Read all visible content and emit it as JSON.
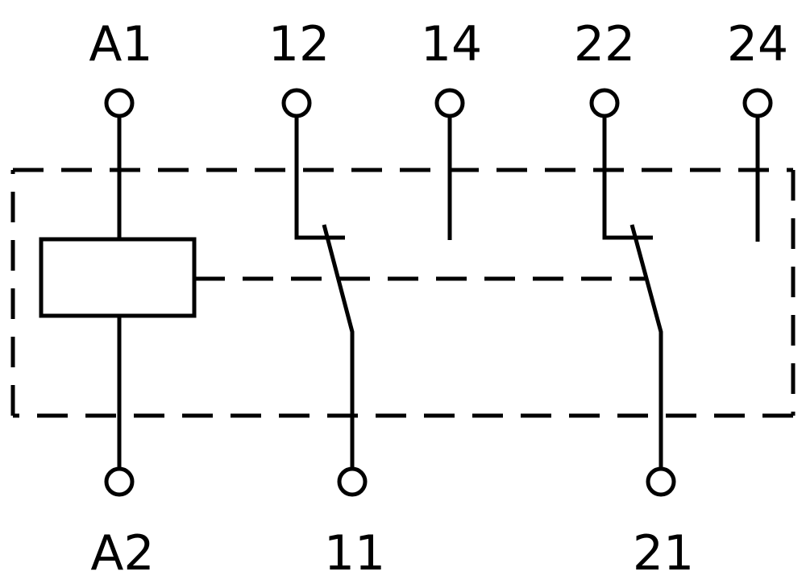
{
  "colors": {
    "line": "#000000",
    "background": "#ffffff"
  },
  "labels": {
    "a1": "A1",
    "a2": "A2",
    "t11": "11",
    "t12": "12",
    "t14": "14",
    "t21": "21",
    "t22": "22",
    "t24": "24"
  }
}
